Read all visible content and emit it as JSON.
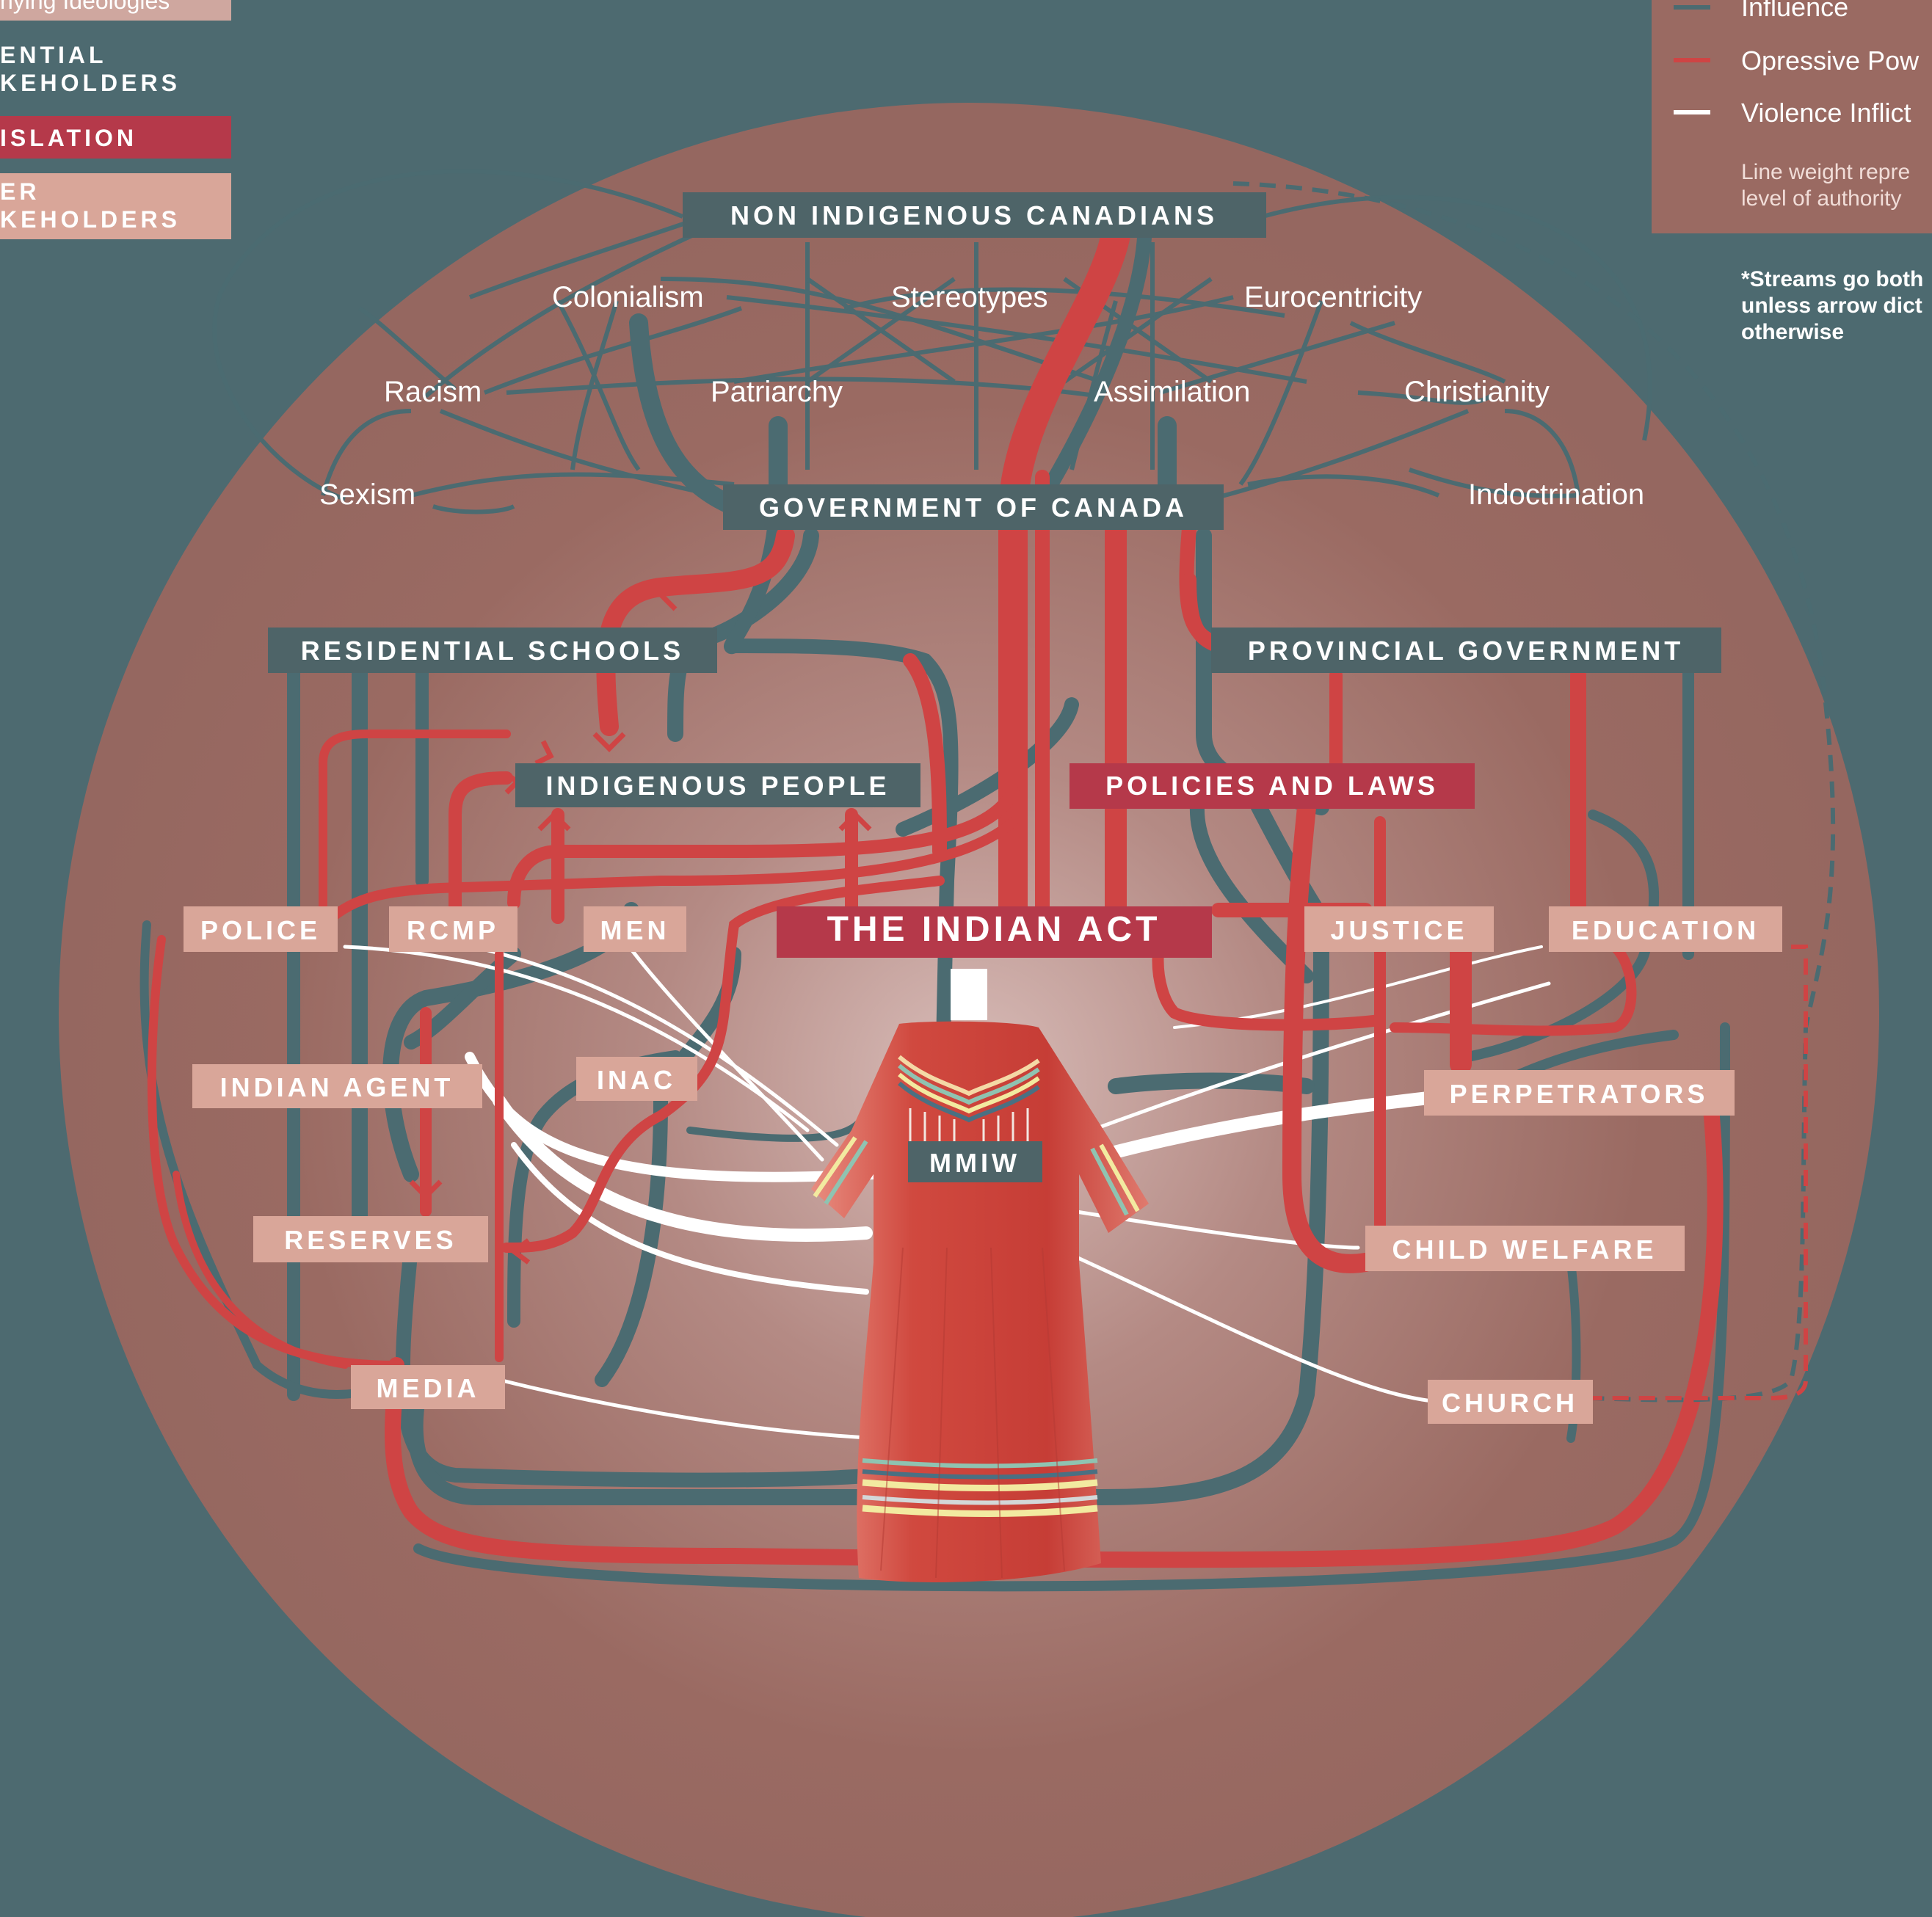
{
  "colors": {
    "background": "#4d6a70",
    "circle": "#9a6a62",
    "teal_stream": "#4b6b71",
    "red_stream": "#cf4444",
    "white_stream": "#ffffff",
    "dark_box": "#4e6468",
    "red_box": "#b5394a",
    "pink_box": "#d9a699",
    "dress": "#d0493f"
  },
  "legend_left": {
    "ideologies_fragment": "nying Ideologies",
    "influential_line1": "ENTIAL",
    "influential_line2": "KEHOLDERS",
    "legislation": "ISLATION",
    "other_line1": "ER",
    "other_line2": "KEHOLDERS"
  },
  "legend_right": {
    "influence": "Influence",
    "oppressive": "Opressive Pow",
    "violence": "Violence Inflict",
    "weight_line1": "Line weight repre",
    "weight_line2": "level of authority",
    "note_line1": "*Streams go both",
    "note_line2": "unless arrow dict",
    "note_line3": "otherwise"
  },
  "ideologies": {
    "colonialism": "Colonialism",
    "stereotypes": "Stereotypes",
    "eurocentricity": "Eurocentricity",
    "racism": "Racism",
    "patriarchy": "Patriarchy",
    "assimilation": "Assimilation",
    "christianity": "Christianity",
    "sexism": "Sexism",
    "indoctrination": "Indoctrination"
  },
  "stakeholders": {
    "non_indigenous": "NON INDIGENOUS CANADIANS",
    "government": "GOVERNMENT OF CANADA",
    "residential_schools": "RESIDENTIAL SCHOOLS",
    "provincial": "PROVINCIAL GOVERNMENT",
    "indigenous_people": "INDIGENOUS PEOPLE",
    "indian_act": "THE INDIAN ACT",
    "mmiw": "MMIW"
  },
  "legislation": {
    "policies": "POLICIES AND LAWS",
    "indian_act": "THE INDIAN ACT"
  },
  "other": {
    "police": "POLICE",
    "rcmp": "RCMP",
    "men": "MEN",
    "justice": "JUSTICE",
    "education": "EDUCATION",
    "indian_agent": "INDIAN AGENT",
    "inac": "INAC",
    "perpetrators": "PERPETRATORS",
    "reserves": "RESERVES",
    "child_welfare": "CHILD WELFARE",
    "media": "MEDIA",
    "church": "CHURCH"
  }
}
